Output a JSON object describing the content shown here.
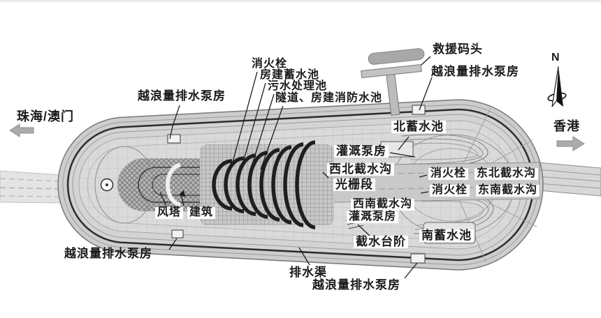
{
  "diagram": {
    "kind": "artificial-island-plan",
    "colors": {
      "island_fill": "#cdcdcd",
      "inner_fill": "#dadada",
      "dark_ring": "#2f2f2f",
      "shed_arc": "#1f1f1f",
      "arrow_gray": "#ababab",
      "label_ink": "#1a1a1a"
    }
  },
  "compass": {
    "north": "N"
  },
  "directions": {
    "west": "珠海/澳门",
    "east": "香港"
  },
  "labels": {
    "pump_nw": "越浪量排水泵房",
    "pump_ne": "越浪量排水泵房",
    "pump_sw": "越浪量排水泵房",
    "pump_s": "越浪量排水泵房",
    "hydrant_top": "消火栓",
    "building_reservoir": "房建蓄水池",
    "sewage_pool": "污水处理池",
    "tunnel_fire_pool": "隧道、房建消防水池",
    "rescue_dock": "救援码头",
    "north_reservoir": "北蓄水池",
    "irrigation_pump_north": "灌溉泵房",
    "northwest_ditch": "西北截水沟",
    "grating_section": "光栅段",
    "hydrant_northeast": "消火栓",
    "northeast_ditch": "东北截水沟",
    "hydrant_southeast": "消火栓",
    "southeast_ditch": "东南截水沟",
    "southwest_ditch": "西南截水沟",
    "irrigation_pump_south": "灌溉泵房",
    "south_reservoir": "南蓄水池",
    "intercept_steps": "截水台阶",
    "wind_tower": "风塔",
    "building": "建筑",
    "drainage_channel": "排水渠"
  }
}
